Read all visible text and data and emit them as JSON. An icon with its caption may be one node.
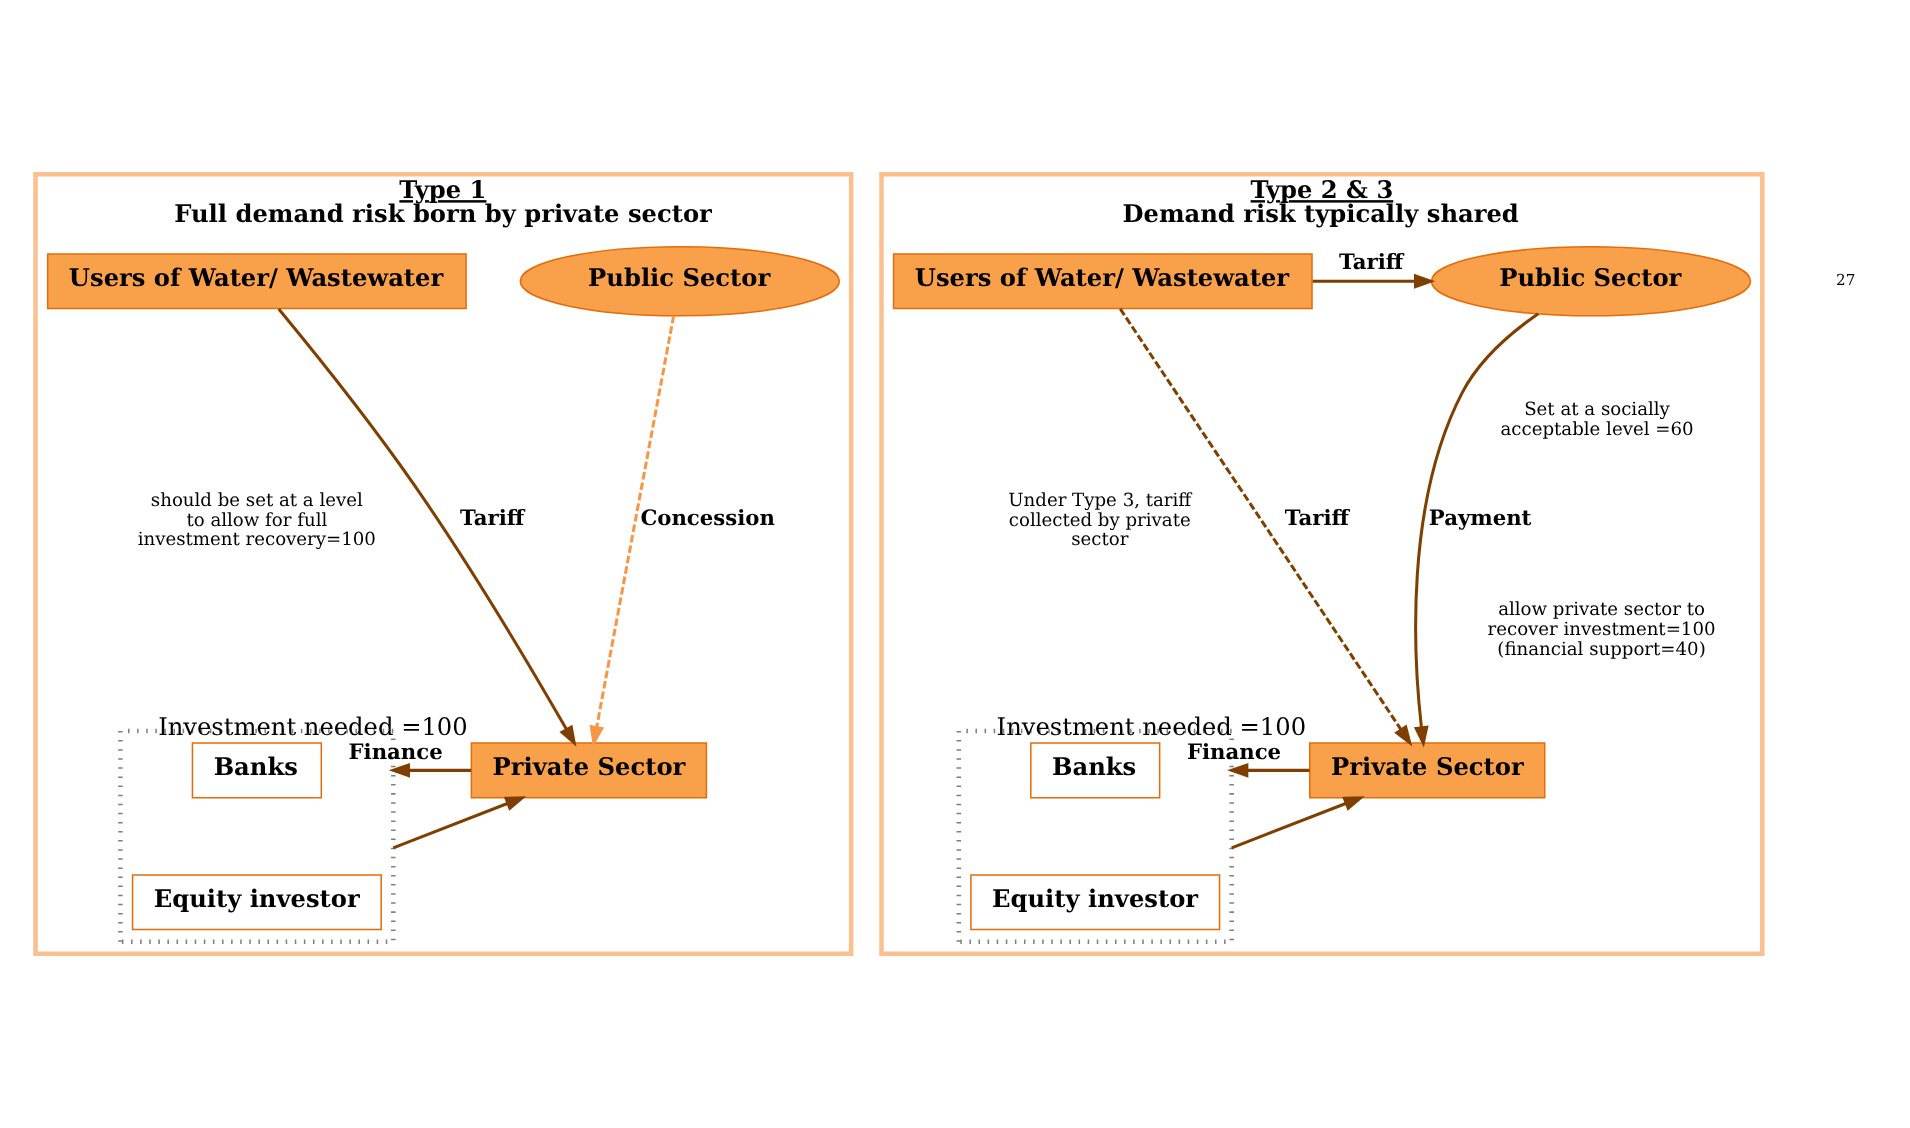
{
  "diagram": {
    "nodes": [
      {
        "text": [
          "Type 1",
          "Full demand risk born by private sector"
        ]
      },
      {
        "text": [
          "Public Sector"
        ],
        "in": 0
      },
      {
        "text": [
          "Users of Water/ Wastewater"
        ],
        "in": 0
      },
      {
        "text": [
          "Private Sector"
        ],
        "in": 0,
        "beside": [
          "Investment needed =100"
        ]
      },
      {
        "text": [],
        "shape": "box",
        "in": 0
      },
      {
        "text": [
          "Banks"
        ],
        "in": 4
      },
      {
        "text": [
          "Equity investor"
        ],
        "in": 4
      },
      {
        "text": [
          "Type 2 & 3",
          "Demand risk typically shared"
        ]
      },
      {
        "text": [
          "Public Sector"
        ],
        "in": 7
      },
      {
        "text": [
          "Users of Water/ Wastewater"
        ],
        "in": 7
      },
      {
        "text": [
          "Private Sector"
        ],
        "in": 7,
        "beside": [
          "Investment needed =100"
        ]
      },
      {
        "text": [],
        "shape": "box",
        "in": 7
      },
      {
        "text": [
          "Banks"
        ],
        "in": 11
      },
      {
        "text": [
          "Equity investor"
        ],
        "in": 11
      }
    ],
    "edges": [
      {
        "from": 1,
        "to": 3,
        "arrow": "to",
        "label": "Concession",
        "style": "dashed",
        "color": "#f79646"
      },
      {
        "from": 2,
        "to": 3,
        "arrow": "to",
        "label": "Tariff"
      },
      {
        "from": 3,
        "to": 4,
        "arrow": "to",
        "label": "Finance"
      },
      {
        "from": 4,
        "to": 3,
        "arrow": "to"
      },
      {
        "from": 9,
        "to": 8,
        "arrow": "to",
        "label": "Tariff"
      },
      {
        "from": 8,
        "to": 10,
        "arrow": "to",
        "label": "Payment"
      },
      {
        "from": 9,
        "to": 10,
        "arrow": "to",
        "label": "Tariff",
        "style": "dashed"
      },
      {
        "from": 10,
        "to": 11,
        "arrow": "to",
        "label": "Finance"
      },
      {
        "from": 11,
        "to": 10,
        "arrow": "to"
      }
    ],
    "labels": [
      "should be set at a level to allow for full investment recovery=100",
      "Set at a socially acceptable level =60",
      "allow private sector to recover investment=100 (financial support=40)",
      "Under Type 3, tariff collected by private sector",
      "27"
    ]
  }
}
